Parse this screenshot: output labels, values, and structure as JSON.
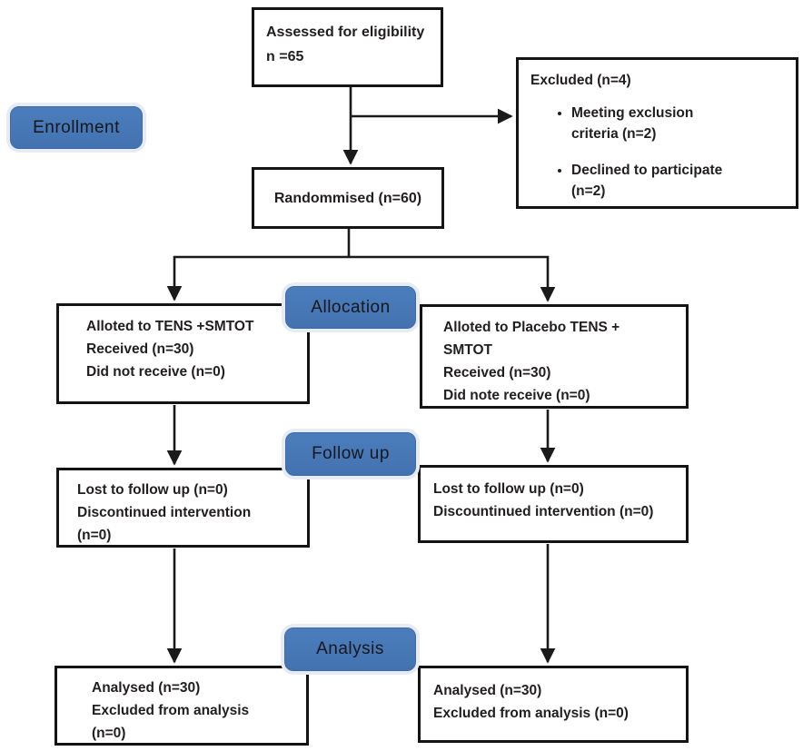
{
  "stages": {
    "enrollment": "Enrollment",
    "allocation": "Allocation",
    "follow_up": "Follow up",
    "analysis": "Analysis"
  },
  "boxes": {
    "eligibility": {
      "lines": [
        "Assessed for eligibility",
        "n =65"
      ]
    },
    "excluded": {
      "title": "Excluded (n=4)",
      "bullets": [
        "Meeting exclusion criteria (n=2)",
        "Declined to participate (n=2)"
      ]
    },
    "randomised": {
      "label": "Randommised (n=60)"
    },
    "allocation_left": {
      "lines": [
        "Alloted to TENS +SMTOT",
        "Received (n=30)",
        "Did not receive (n=0)"
      ]
    },
    "allocation_right": {
      "lines": [
        "Alloted to Placebo TENS +",
        "SMTOT",
        "Received (n=30)",
        "Did note receive (n=0)"
      ]
    },
    "followup_left": {
      "lines": [
        "Lost to follow up (n=0)",
        "Discontinued intervention",
        "(n=0)"
      ]
    },
    "followup_right": {
      "lines": [
        "Lost to follow up (n=0)",
        "Discountinued intervention (n=0)"
      ]
    },
    "analysis_left": {
      "lines": [
        "Analysed (n=30)",
        "Excluded from analysis",
        "(n=0)"
      ]
    },
    "analysis_right": {
      "lines": [
        "Analysed (n=30)",
        "Excluded from analysis (n=0)"
      ]
    }
  },
  "colors": {
    "badge_fill": "#4b7dbc",
    "badge_fill_dark": "#4472b0",
    "badge_halo": "#e7ecf4",
    "box_border": "#141414",
    "arrow": "#1a1a1a",
    "text": "#221e1f"
  }
}
